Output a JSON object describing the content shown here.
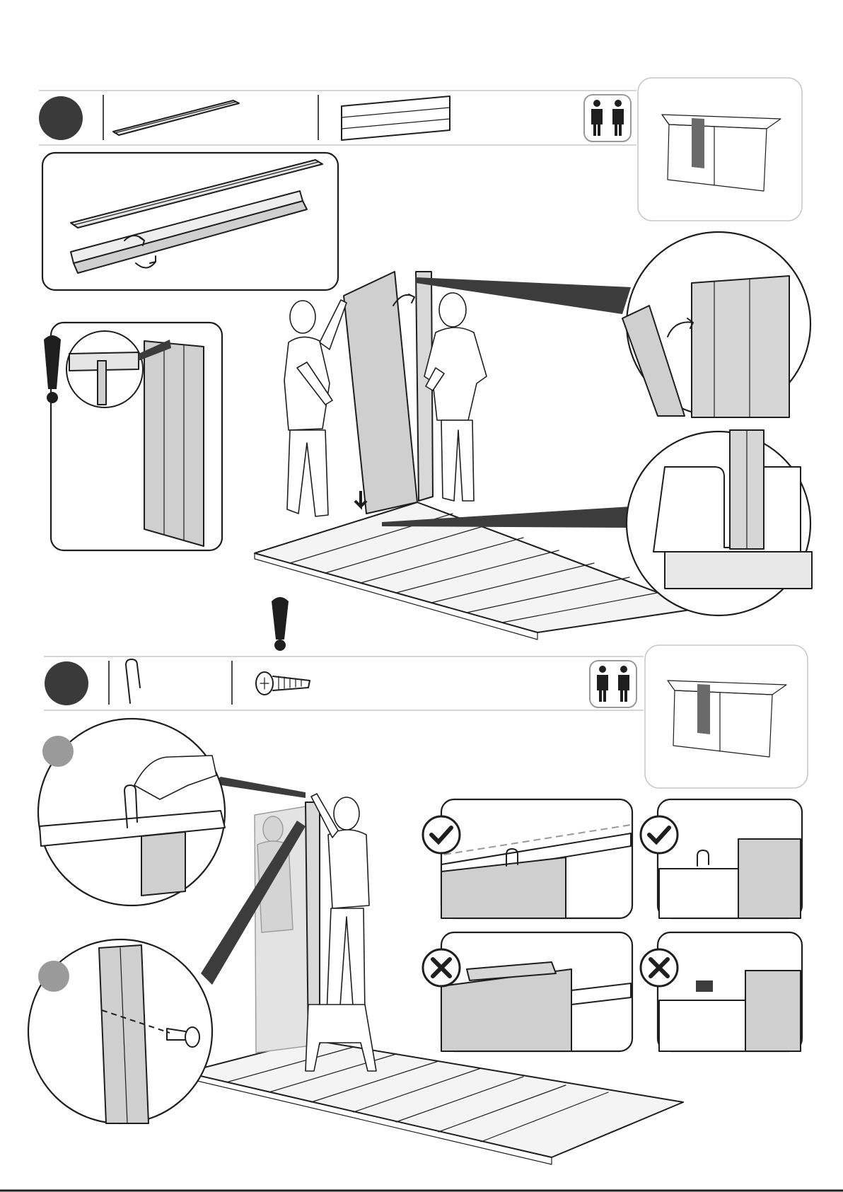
{
  "document": {
    "type": "assembly-instructions",
    "steps": [
      {
        "parts": [
          "wall-panel-edge-strip",
          "wall-panel"
        ],
        "team_icon": "two-person-icon",
        "callouts": [
          "panel-joint-rotate",
          "panel-profile-caution",
          "panel-top-join-zoom",
          "panel-floor-slot-zoom"
        ],
        "caution": true
      },
      {
        "parts": [
          "clip",
          "screw"
        ],
        "team_icon": "two-person-icon",
        "callouts": [
          "clip-insert-zoom",
          "screw-fix-zoom"
        ],
        "checks": [
          {
            "result": "correct",
            "icon": "check-icon"
          },
          {
            "result": "correct",
            "icon": "check-icon"
          },
          {
            "result": "incorrect",
            "icon": "cross-icon"
          },
          {
            "result": "incorrect",
            "icon": "cross-icon"
          }
        ]
      }
    ],
    "colors": {
      "ink": "#1e1e1e",
      "panel_fill": "#cfcfcf",
      "step_badge": "#3a3a3a",
      "sub_badge": "#9a9a9a",
      "divider": "#c9c9c9"
    }
  }
}
